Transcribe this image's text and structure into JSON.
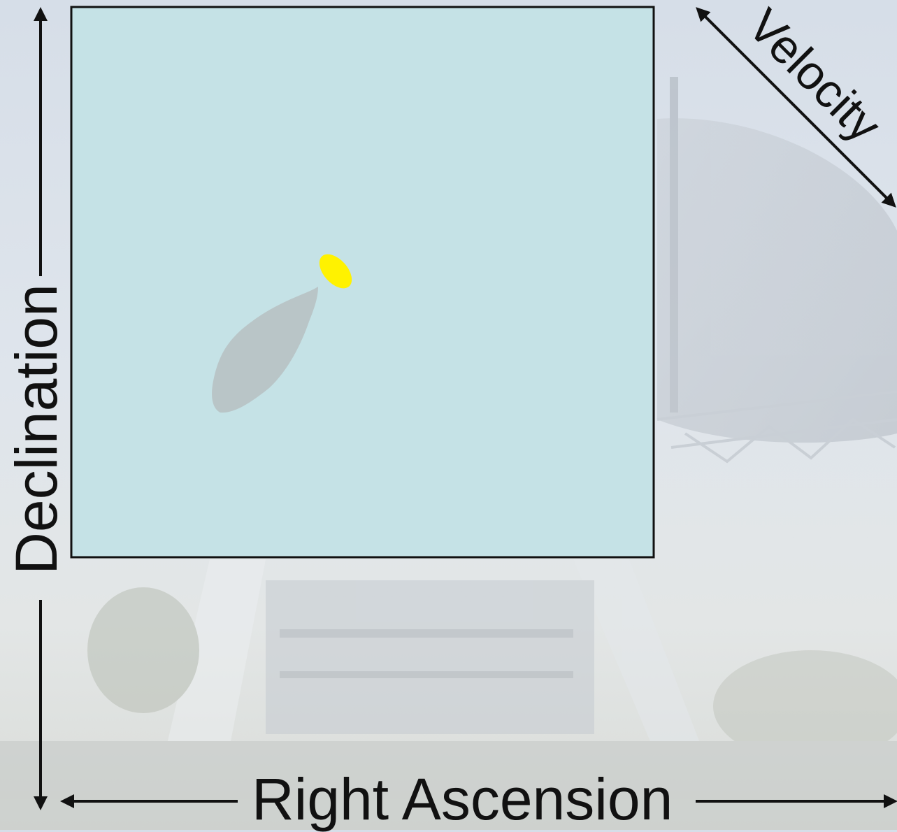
{
  "axes": {
    "x_label": "Right Ascension",
    "y_label": "Declination",
    "z_label": "Velocity"
  },
  "colors": {
    "data_cube_face": "#c5e2e6",
    "bright_source": "#fff200",
    "diffuse_emission": "#b9c5c7",
    "arrow": "#111111"
  },
  "icons": {
    "background": "radio-telescope-photo",
    "bright_source": "compact-source",
    "diffuse_emission": "extended-emission"
  }
}
